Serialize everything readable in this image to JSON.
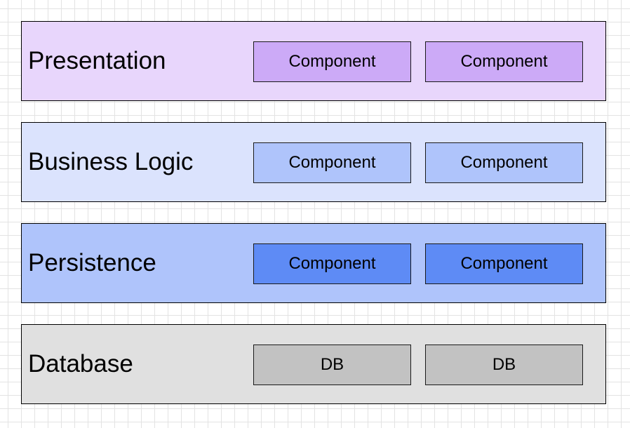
{
  "layers": [
    {
      "label": "Presentation",
      "fill": "#e8d6fc",
      "component_fill": "#ccaaf7",
      "components": [
        "Component",
        "Component"
      ]
    },
    {
      "label": "Business Logic",
      "fill": "#dbe3fd",
      "component_fill": "#afc4fb",
      "components": [
        "Component",
        "Component"
      ]
    },
    {
      "label": "Persistence",
      "fill": "#afc4fb",
      "component_fill": "#5e8bf5",
      "components": [
        "Component",
        "Component"
      ]
    },
    {
      "label": "Database",
      "fill": "#e0e0e0",
      "component_fill": "#c2c2c2",
      "components": [
        "DB",
        "DB"
      ]
    }
  ]
}
